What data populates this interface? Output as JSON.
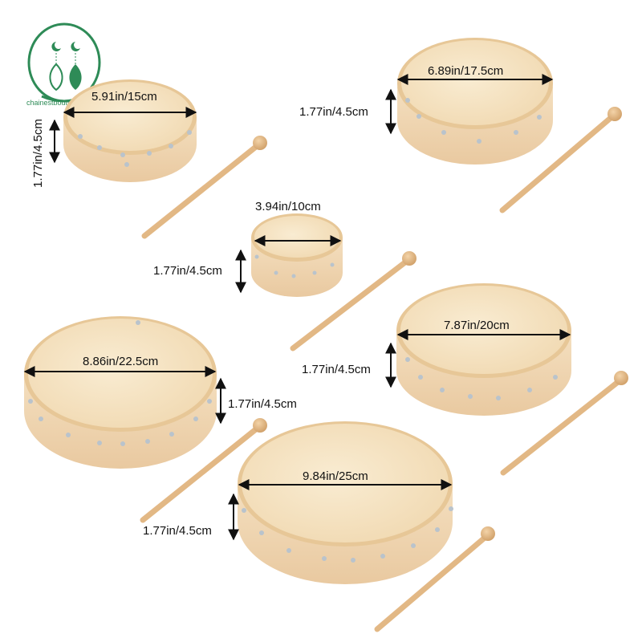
{
  "brand": {
    "text": "chainestboutique",
    "color": "#2e8b57"
  },
  "colors": {
    "wood": "#f1d8b4",
    "head": "#f6e4c4",
    "rim": "#e8c79c",
    "label": "#111111"
  },
  "drums": [
    {
      "name": "drum-15cm",
      "diameter_label": "5.91in/15cm",
      "height_label": "1.77in/4.5cm"
    },
    {
      "name": "drum-17-5cm",
      "diameter_label": "6.89in/17.5cm",
      "height_label": "1.77in/4.5cm"
    },
    {
      "name": "drum-10cm",
      "diameter_label": "3.94in/10cm",
      "height_label": "1.77in/4.5cm"
    },
    {
      "name": "drum-20cm",
      "diameter_label": "7.87in/20cm",
      "height_label": "1.77in/4.5cm"
    },
    {
      "name": "drum-22-5cm",
      "diameter_label": "8.86in/22.5cm",
      "height_label": "1.77in/4.5cm"
    },
    {
      "name": "drum-25cm",
      "diameter_label": "9.84in/25cm",
      "height_label": "1.77in/4.5cm"
    }
  ]
}
